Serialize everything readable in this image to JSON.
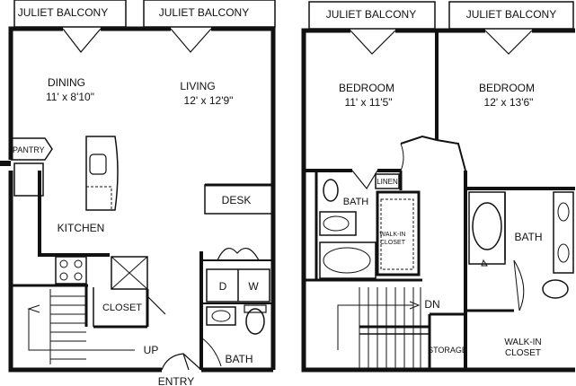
{
  "balconies": {
    "lower_left": "JULIET BALCONY",
    "lower_right": "JULIET BALCONY",
    "upper_left": "JULIET BALCONY",
    "upper_right": "JULIET BALCONY"
  },
  "rooms": {
    "dining": {
      "name": "DINING",
      "size": "11' x 8'10\""
    },
    "living": {
      "name": "LIVING",
      "size": "12' x 12'9\""
    },
    "pantry": "PANTRY",
    "kitchen": "KITCHEN",
    "desk": "DESK",
    "closet": "CLOSET",
    "washer_dryer": {
      "dryer": "D",
      "washer": "W"
    },
    "bath_lower": "BATH",
    "up": "UP",
    "entry": "ENTRY",
    "bedroom_left": {
      "name": "BEDROOM",
      "size": "11' x 11'5\""
    },
    "bedroom_right": {
      "name": "BEDROOM",
      "size": "12' x 13'6\""
    },
    "linen": "LINEN",
    "bath_upper_left": "BATH",
    "walkin_small": {
      "line1": "WALK-IN",
      "line2": "CLOSET"
    },
    "bath_upper_right": "BATH",
    "down": "DN",
    "storage": "STORAGE",
    "walkin_large": {
      "line1": "WALK-IN",
      "line2": "CLOSET"
    }
  }
}
